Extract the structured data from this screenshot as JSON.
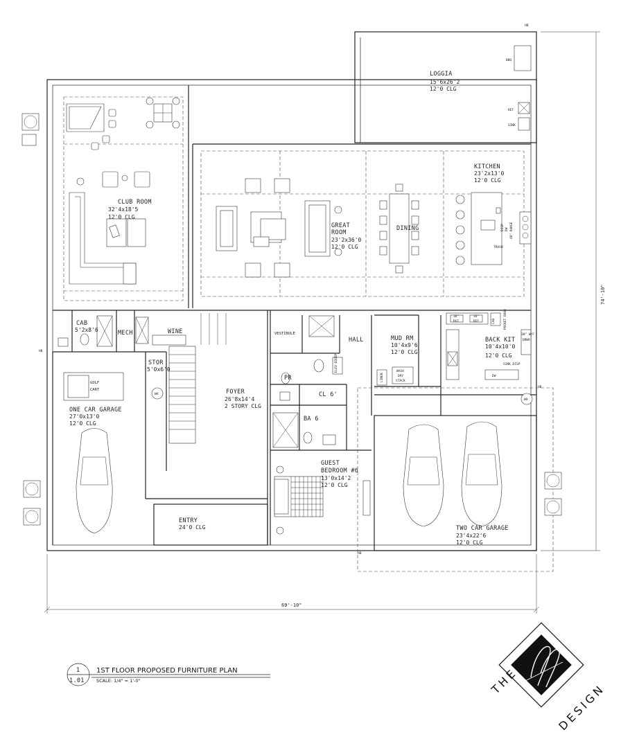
{
  "rooms": {
    "loggia": {
      "name": "LOGGIA",
      "dims": "15'6x26'2",
      "clg": "12'0 CLG"
    },
    "club_room": {
      "name": "CLUB ROOM",
      "dims": "32'4x18'5",
      "clg": "12'0 CLG"
    },
    "great_room": {
      "name1": "GREAT",
      "name2": "ROOM",
      "dims": "23'2x36'0",
      "clg": "12'0 CLG"
    },
    "dining": {
      "name": "DINING"
    },
    "kitchen": {
      "name": "KITCHEN",
      "dims": "23'2x13'0",
      "clg": "12'0 CLG"
    },
    "cab_small": {
      "name": "CAB",
      "dims": "5'2x8'6"
    },
    "mech": {
      "name": "MECH"
    },
    "wine": {
      "name": "WINE"
    },
    "vestibule": {
      "name": "VESTIBULE"
    },
    "hall": {
      "name": "HALL"
    },
    "mud_rm": {
      "name": "MUD RM",
      "dims": "10'4x9'6",
      "clg": "12'0 CLG"
    },
    "back_kit": {
      "name": "BACK KIT",
      "dims": "10'4x10'0",
      "clg": "12'0 CLG"
    },
    "stor": {
      "name": "STOR",
      "dims": "5'0x6'0"
    },
    "one_car_garage": {
      "name": "ONE CAR GARAGE",
      "dims": "27'0x13'0",
      "clg": "12'0 CLG"
    },
    "foyer": {
      "name": "FOYER",
      "dims": "26'8x14'4",
      "clg": "2 STORY CLG"
    },
    "pr": {
      "name": "PR"
    },
    "cl": {
      "name": "CL 6'"
    },
    "ba6": {
      "name": "BA 6"
    },
    "guest_bedroom": {
      "name1": "GUEST",
      "name2": "BEDROOM #6",
      "clg": "12'0 CLG",
      "dims": "13'0x14'2"
    },
    "entry": {
      "name": "ENTRY",
      "clg": "24'0 CLG"
    },
    "two_car_garage": {
      "name": "TWO CAR GARAGE",
      "dims": "23'4x22'6",
      "clg": "12'0 CLG"
    }
  },
  "fixtures": {
    "bbq": "BBQ",
    "ref": "REF",
    "sink": "SINK",
    "range": "48\" RANGE",
    "disp": "DISP",
    "dw": "DW",
    "trash": "TRASH",
    "ref36a": "36\"",
    "ref36b": "36\"",
    "ref_lbl": "REF",
    "cab": "CAB",
    "pocket_door": "POCKET DOOR",
    "wine_frig": "30\" W/F",
    "drwr": "DRWR",
    "sink_disp": "SINK DISP",
    "dw2": "DW",
    "linen": "LINEN",
    "wash": "WASH",
    "dry": "DRY",
    "stack": "STACK",
    "golf1": "GOLF",
    "golf2": "CART",
    "wh": "WH",
    "elev": "ELEV EQUIP",
    "hb": "HB"
  },
  "dimensions": {
    "overall_width": "69'-10\"",
    "overall_depth": "74'-10\""
  },
  "title_block": {
    "drawing_number": "1",
    "sheet_number": "1.01",
    "title": "1ST FLOOR PROPOSED FURNITURE PLAN",
    "scale": "SCALE: 1/4\" = 1'-0\""
  },
  "logo": {
    "left_word": "THE",
    "right_word": "DESIGN"
  }
}
